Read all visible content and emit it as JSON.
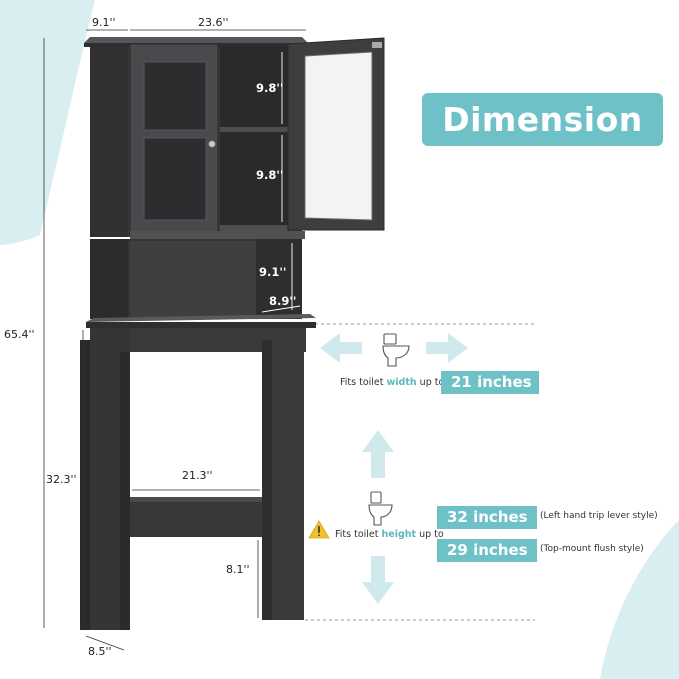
{
  "heading": "Dimension",
  "dimensions": {
    "top_depth": "9.1''",
    "top_width": "23.6''",
    "overall_height": "65.4''",
    "upper_shelf_height": "9.8''",
    "lower_shelf_height": "9.8''",
    "open_shelf_height": "9.1''",
    "open_shelf_depth": "8.9''",
    "base_height": "32.3''",
    "inner_width": "21.3''",
    "bar_height": "8.1''",
    "leg_depth": "8.5''"
  },
  "fit_width": {
    "label_prefix": "Fits toilet ",
    "label_keyword": "width",
    "label_suffix": " up to",
    "value": "21 inches"
  },
  "fit_height": {
    "label_prefix": "Fits toilet ",
    "label_keyword": "height",
    "label_suffix": " up to",
    "value_1": "32 inches",
    "note_1": "(Left hand trip lever style)",
    "value_2": "29 inches",
    "note_2": "(Top-mount flush style)"
  },
  "colors": {
    "accent": "#6ec2c7",
    "cabinet": "#3a3a3c",
    "background_blob": "#d9eef0"
  },
  "icons": [
    "toilet-icon",
    "double-arrow-horizontal-icon",
    "double-arrow-vertical-icon",
    "warning-icon"
  ]
}
